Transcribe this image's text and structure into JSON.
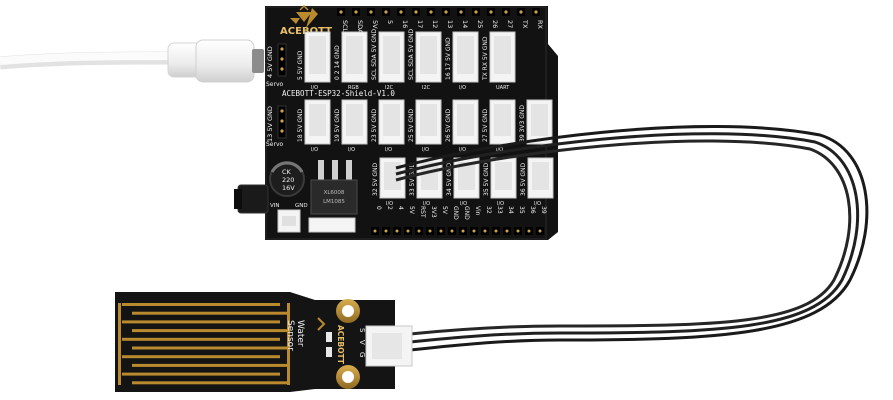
{
  "shield": {
    "brand": "ACEBOTT",
    "model": "ACEBOTT-ESP32-Shield-V1.0",
    "top_header_labels": [
      "SCL",
      "SDA",
      "5V",
      "5",
      "16",
      "17",
      "12",
      "13",
      "14",
      "25",
      "26",
      "27",
      "TX",
      "RX"
    ],
    "bottom_header_labels": [
      "0",
      "2",
      "4",
      "5V",
      "RST",
      "3V3",
      "5V",
      "GND",
      "GND",
      "Vin",
      "32",
      "33",
      "34",
      "35",
      "36",
      "39"
    ],
    "row1": {
      "left": "4 5V GND",
      "pins": [
        "5 5V GND",
        "0 2 14 GND",
        "SCL SDA 5V GND",
        "SCL SDA 5V GND",
        "16 17 5V GND",
        "TX RX 5V GND"
      ],
      "tags": [
        "I/O",
        "RGB",
        "I2C",
        "I2C",
        "I/O",
        "UART"
      ],
      "servo": "Servo"
    },
    "row2": {
      "left": "13 5V GND",
      "pins": [
        "18 5V GND",
        "19 5V GND",
        "23 5V GND",
        "25 5V GND",
        "26 5V GND",
        "27 5V GND",
        "39 3V3 GND"
      ],
      "tags": [
        "I/O",
        "I/O",
        "I/O",
        "I/O",
        "I/O",
        "I/O"
      ],
      "servo": "Servo"
    },
    "row3": {
      "pins": [
        "32 5V GND",
        "33 5V GND",
        "34 5V GND",
        "35 5V GND",
        "36 5V GND"
      ],
      "tags": [
        "I/O",
        "I/O",
        "I/O",
        "I/O",
        "I/O"
      ]
    },
    "capacitor": [
      "CK",
      "220",
      "16V"
    ],
    "regulator": [
      "XL6008",
      "LM1085"
    ],
    "vin_label": "VIN",
    "gnd_label": "GND"
  },
  "sensor": {
    "label_line1": "Water",
    "label_line2": "Sensor",
    "brand": "ACEBOTT",
    "pin_labels": [
      "S",
      "V",
      "G"
    ]
  },
  "colors": {
    "pcb": "#121212",
    "silkscreen": "#f2f2f2",
    "connector": "#f4f4f4",
    "gold": "#b98a2e",
    "cable": "#1a1a1a",
    "usb_cable": "#f5f5f5"
  }
}
